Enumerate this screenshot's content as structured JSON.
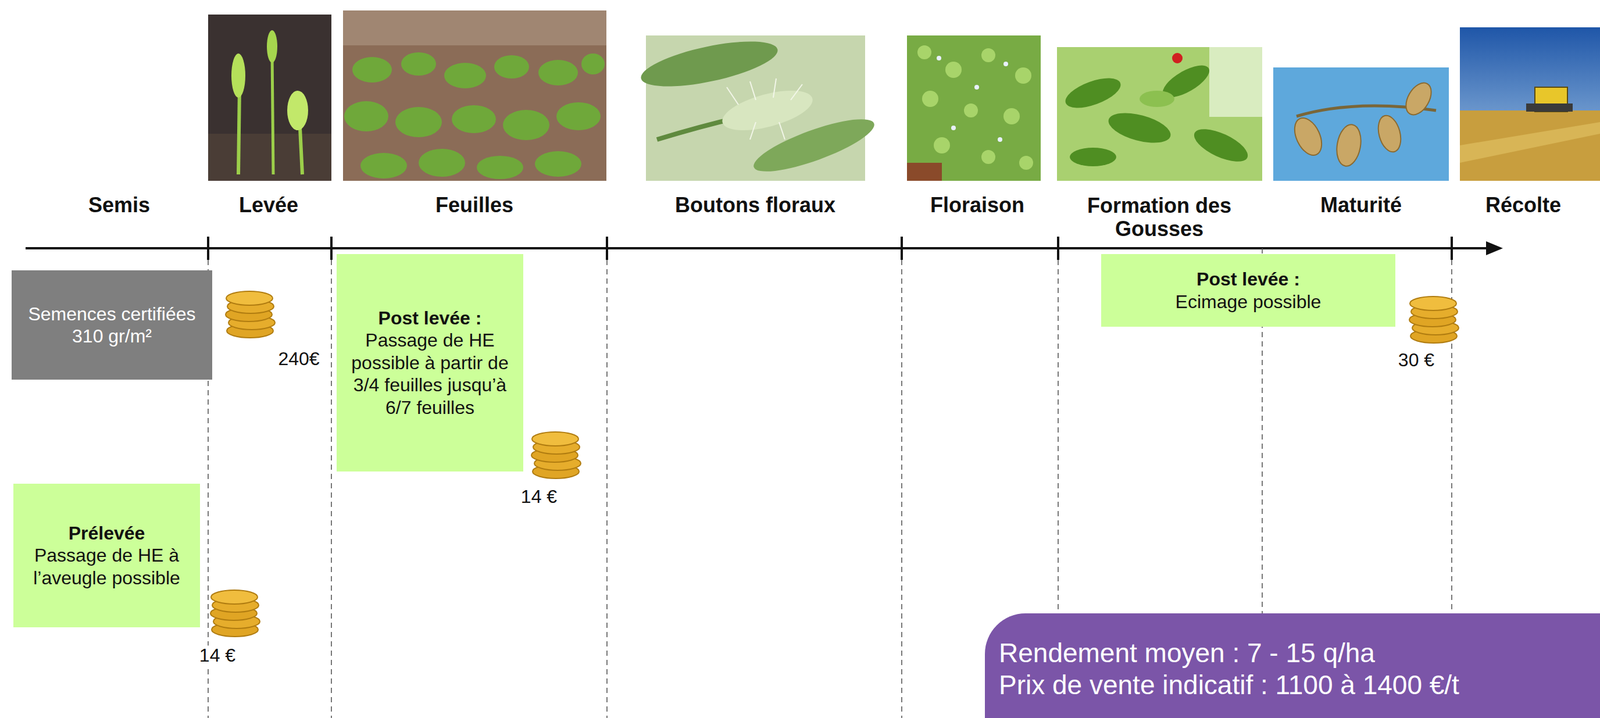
{
  "diagram": {
    "nodes": [
      {
        "text": [
          "Semences certifiées 310 gr/m²"
        ]
      },
      {
        "text": [
          "Post levée :",
          "Passage de HE possible à partir de 3/4 feuilles jusqu’à 6/7 feuilles"
        ]
      },
      {
        "text": [
          "Post levée :",
          "Ecimage possible"
        ]
      },
      {
        "text": [
          "Prélevée",
          "Passage de HE à l’aveugle possible"
        ]
      },
      {
        "text": [
          "Rendement moyen : 7 - 15 q/ha",
          "Prix de vente indicatif : 1100 à 1400 €/t"
        ]
      }
    ],
    "labels": [
      "Semis",
      "Levée",
      "Feuilles",
      "Boutons floraux",
      "Floraison",
      "Formation des Gousses",
      "Maturité",
      "Récolte",
      "240€",
      "14 €",
      "14 €",
      "30 €"
    ]
  }
}
